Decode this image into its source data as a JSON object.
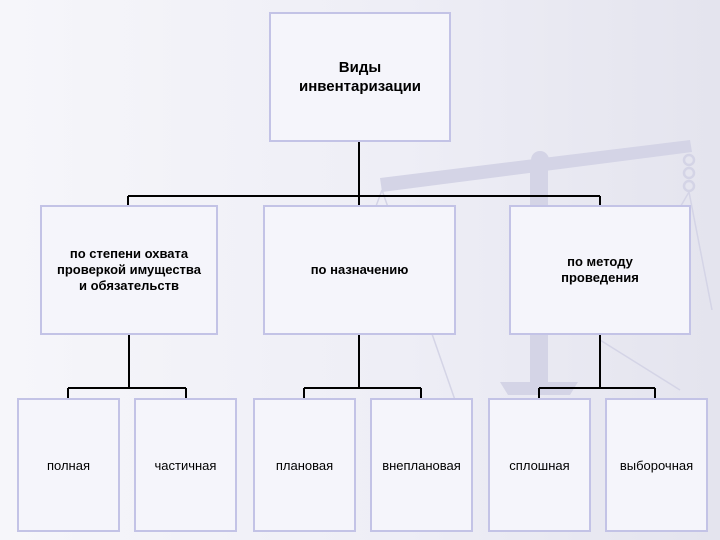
{
  "diagram": {
    "root": {
      "text": "Виды инвентаризации"
    },
    "categories": [
      {
        "text": "по степени охвата проверкой имущества и обязательств",
        "children": [
          "полная",
          "частичная"
        ]
      },
      {
        "text": "по назначению",
        "children": [
          "плановая",
          "внеплановая"
        ]
      },
      {
        "text": "по методу проведения",
        "children": [
          "сплошная",
          "выборочная"
        ]
      }
    ]
  },
  "colors": {
    "box_fill": "#f5f5fb",
    "box_border": "#c3c3e6",
    "connector": "#000000",
    "background": "#eeeef6",
    "watermark": "#d4d4e6"
  },
  "icons": {
    "background": "scales-watermark-icon"
  }
}
